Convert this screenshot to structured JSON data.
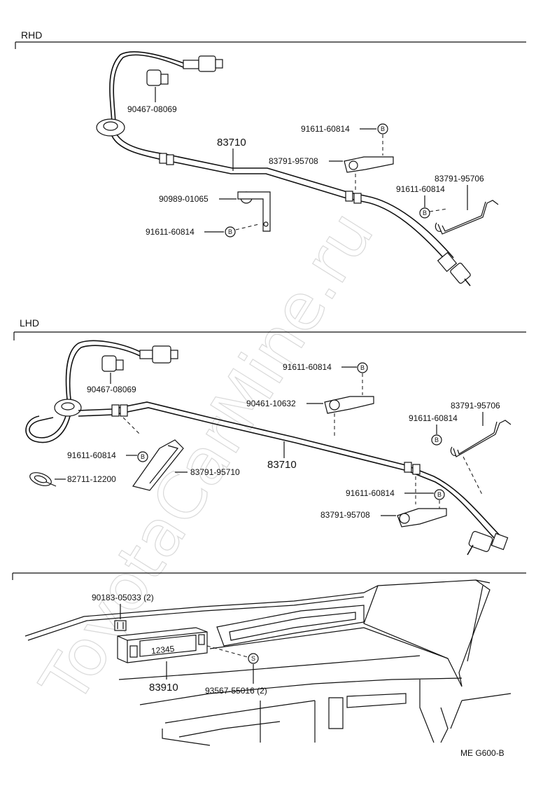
{
  "colors": {
    "ink": "#111111",
    "paper": "#ffffff",
    "watermark": "#d9d9d9"
  },
  "watermark": "ToyotaCarMine.ru",
  "footer_code": "ME  G600-B",
  "rhd": {
    "title": "RHD",
    "cable": "83710",
    "clamp": "90467-08069",
    "bolt_top": "91611-60814",
    "bracket_top": "83791-95708",
    "clip": "90989-01065",
    "bolt_left": "91611-60814",
    "bolt_right": "91611-60814",
    "bracket_right": "83791-95706",
    "marker_b": "B"
  },
  "lhd": {
    "title": "LHD",
    "cable": "83710",
    "clamp": "90467-08069",
    "bolt_top": "91611-60814",
    "clip_top": "90461-10632",
    "bracket_right": "83791-95706",
    "bolt_right": "91611-60814",
    "bolt_left": "91611-60814",
    "bracket_left": "83791-95710",
    "band": "82711-12200",
    "bolt_lower": "91611-60814",
    "bracket_lower": "83791-95708",
    "marker_b": "B"
  },
  "dash": {
    "clip": "90183-05033 (2)",
    "meter": "83910",
    "screw": "93567-55016 (2)",
    "marker_s": "S",
    "display": "12345"
  }
}
